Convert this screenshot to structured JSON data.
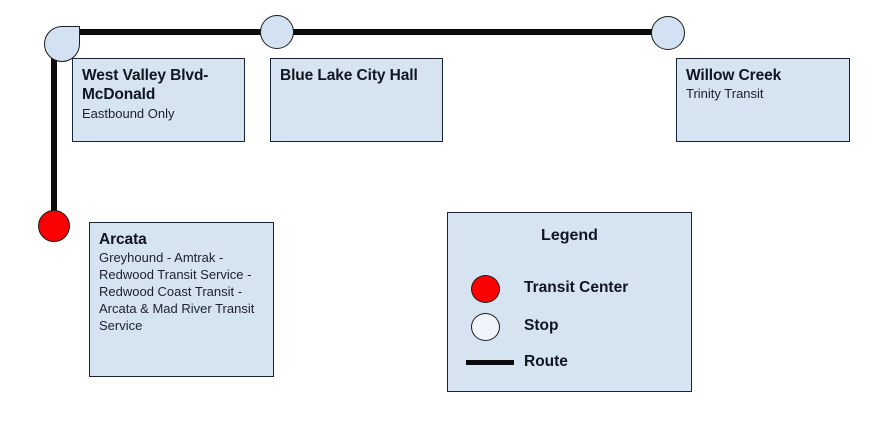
{
  "diagram": {
    "background_color": "#ffffff",
    "box_fill_color": "#d6e3f0",
    "box_border_color": "#17243a",
    "route_color": "#000000",
    "transit_center_color": "#fa0000",
    "stop_fill_color": "#d2e2f2"
  },
  "stations": [
    {
      "id": "west-valley-blvd-mcdonald",
      "title": "West Valley Blvd-McDonald",
      "subtitle": "Eastbound Only",
      "node_type": "stop"
    },
    {
      "id": "blue-lake-city-hall",
      "title": "Blue Lake City Hall",
      "subtitle": "",
      "node_type": "stop"
    },
    {
      "id": "willow-creek",
      "title": "Willow Creek",
      "subtitle": "Trinity Transit",
      "node_type": "stop"
    },
    {
      "id": "arcata",
      "title": "Arcata",
      "subtitle": "Greyhound - Amtrak - Redwood Transit Service - Redwood Coast Transit - Arcata & Mad River Transit Service",
      "node_type": "transit-center"
    }
  ],
  "legend": {
    "title": "Legend",
    "items": [
      {
        "symbol": "filled-red-circle",
        "label": "Transit Center"
      },
      {
        "symbol": "open-circle",
        "label": "Stop"
      },
      {
        "symbol": "black-line",
        "label": "Route"
      }
    ]
  }
}
